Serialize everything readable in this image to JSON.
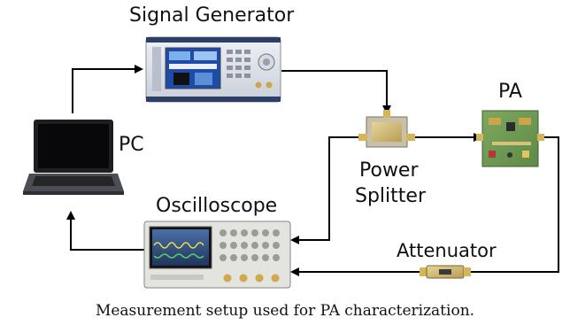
{
  "labels": {
    "signal_generator": "Signal Generator",
    "pc": "PC",
    "pa": "PA",
    "power": "Power",
    "splitter": "Splitter",
    "oscilloscope": "Oscilloscope",
    "attenuator": "Attenuator"
  },
  "caption": "Measurement setup used for PA characterization."
}
